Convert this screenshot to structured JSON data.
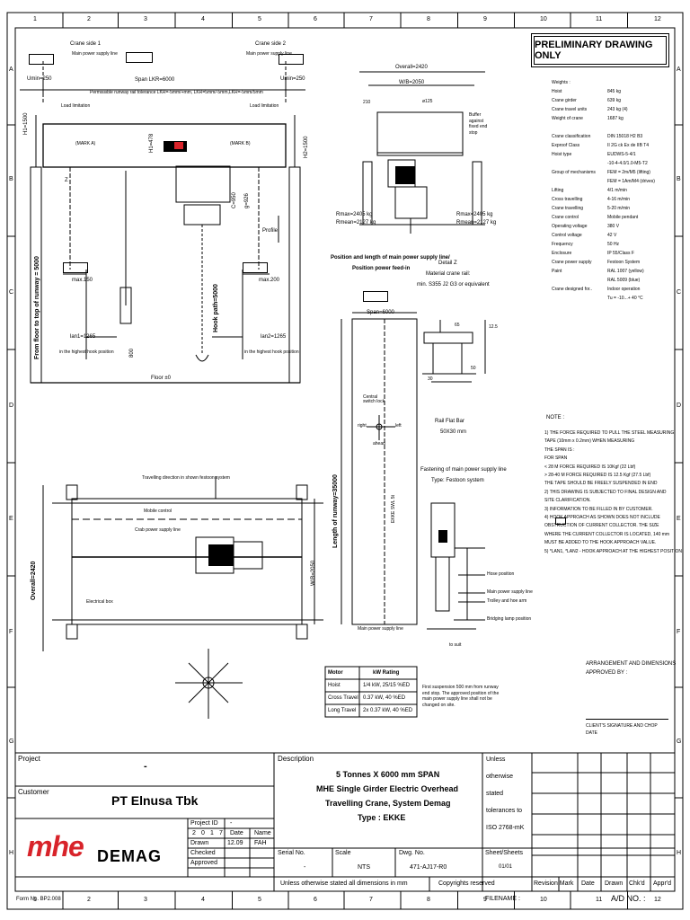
{
  "grid": {
    "cols": [
      "1",
      "2",
      "3",
      "4",
      "5",
      "6",
      "7",
      "8",
      "9",
      "10",
      "11",
      "12"
    ],
    "rows": [
      "A",
      "B",
      "C",
      "D",
      "E",
      "F",
      "G",
      "H"
    ]
  },
  "banner": "PRELIMINARY DRAWING ONLY",
  "side_view": {
    "crane_side_1": "Crane side 1",
    "crane_side_2": "Crane side 2",
    "main_power_line": "Main power supply line",
    "umin_left": "Umin=250",
    "umin_right": "Umin=250",
    "span": "Span LKR=6000",
    "tolerance": "Permissible runway rail tolerance LKR=-5mm/+mm, LKR=5mm/-5mm,LKR=-5mm/5mm",
    "load_left": "Load limitation",
    "load_right": "Load limitation",
    "h1_left": "H1=1500",
    "h1_right": "H2=1500",
    "h1_478": "H1=478",
    "c950": "C=950",
    "g926": "g=926",
    "profile": "Profile",
    "max_left": "max.150",
    "max_right": "max.200",
    "lan_left": "lan1=1265",
    "lan_right": "lan2=1265",
    "highest_left": "in the highest hook position",
    "highest_right": "in the highest hook position",
    "floor_height": "From floor to top of runway = 5000",
    "hook_path": "Hook path=5000",
    "dim_800": "800",
    "floor": "Floor ±0",
    "markA": "(MARK A)",
    "markB": "(MARK B)",
    "z": "Z"
  },
  "end_view": {
    "overall": "Overall=2420",
    "wb": "W/B=2050",
    "d125": "ø125",
    "d210": "210",
    "buffer": "Buffer against fixed end stop",
    "rmax_left": "Rmax=2405 kg",
    "rmean_left": "Rmean=2127 kg",
    "rmax_right": "Rmax=2405 kg",
    "rmean_right": "Rmean=2127 kg"
  },
  "power_section": {
    "title1": "Position and length of main power supply line/",
    "title2": "Position power feed-in",
    "span": "Span=6000",
    "central": "Central switch lock",
    "right": "right",
    "left": "left",
    "ahead": "ahead",
    "ekke": "EKKE SWL 5t",
    "length": "Length of runway=35000"
  },
  "detail": {
    "title1": "Detail Z",
    "title2": "Material crane rail:",
    "title3": "min. S355 J2 G3 or equivalent",
    "d65": "65",
    "d125": "12.5",
    "d30": "30",
    "d50": "50",
    "rail1": "Rail Flat Bar",
    "rail2": "50X30 mm"
  },
  "fastening": {
    "title1": "Fastening of main power supply line",
    "title2": "Type: Festoon system",
    "hose": "Hose position",
    "main": "Main power supply line",
    "trolley": "Trolley and hoe arm",
    "bridging": "Bridging lamp position",
    "to_suit": "to suit"
  },
  "plan_view": {
    "travel_dir": "Travelling direction in shown festoon system",
    "mobile": "Mobile control",
    "crab": "Crab power supply line",
    "overall": "Overall=2420",
    "wb": "W/B=2050",
    "elec_box": "Electrical box",
    "main_line": "Main power supply line"
  },
  "motor_table": {
    "head": [
      "Motor",
      "kW Rating"
    ],
    "rows": [
      [
        "Hoist",
        "1/4 kW, 25/15 %ED"
      ],
      [
        "Cross Travel",
        "0.37 kW, 40 %ED"
      ],
      [
        "Long Travel",
        "2x 0.37 kW, 40 %ED"
      ]
    ]
  },
  "first_suspension": "First suspension 500 mm from runway end stop. The approved position of the main power supply line shall not be changed on site.",
  "specs": [
    [
      "Weights :",
      ""
    ],
    [
      "Hoist",
      "845 kg"
    ],
    [
      "Crane girder",
      "639 kg"
    ],
    [
      "Crane travel units",
      "243 kg (4)"
    ],
    [
      "Weight of crane",
      "1687 kg"
    ],
    [
      "",
      ""
    ],
    [
      "Crane classification",
      "DIN 15018 H2 B3"
    ],
    [
      "Exproof Class",
      "II 2G ck Ex de IIB T4"
    ],
    [
      "Hoist type",
      "EUDWS-5-4/1"
    ],
    [
      "",
      "-10-4-4.0/1.0-M5-T2"
    ],
    [
      "Group of mechanisms",
      "FEM = 2m/M5 (lifting)"
    ],
    [
      "",
      "FEM = 1Am/M4 (drives)"
    ],
    [
      "Lifting",
      "4/1 m/min"
    ],
    [
      "Cross travelling",
      "4-16  m/min"
    ],
    [
      "Crane travelling",
      "5-20  m/min"
    ],
    [
      "Crane control",
      "Mobile pendant"
    ],
    [
      "Operating voltage",
      "380 V"
    ],
    [
      "Control voltage",
      "42 V"
    ],
    [
      "Frequency",
      "50 Hz"
    ],
    [
      "Enclosure",
      "IP 55/Class F"
    ],
    [
      "Crane power supply",
      "Festoon System"
    ],
    [
      "Paint",
      "RAL 1007 (yellow)"
    ],
    [
      "",
      "RAL 5009 (blue)"
    ],
    [
      "Crane designed for..",
      "Indoor operation"
    ],
    [
      "",
      "Tu = -10...+ 40 °C"
    ]
  ],
  "notes": {
    "title": "NOTE :",
    "lines": [
      "1) THE FORCE REQUIRED TO PULL THE STEEL MEASURING",
      "    TAPE (10mm x 0.2mm) WHEN MEASURING",
      "    THE SPAN IS :",
      "    FOR SPAN",
      "    < 28 M FORCE REQUIRED IS 10Kgf (22 Lbf)",
      "    > 28-40 M FORCE REQUIRED IS 12.5 Kgf (27.5 Lbf)",
      "    THE TAPE SHOULD BE FREELY SUSPENDED IN END",
      "2) THIS DRAWING IS SUBJECTED TO FINAL DESIGN AND",
      "    SITE CLARIFICATION.",
      "3)          INFORMATION TO BE FILLED IN BY CUSTOMER.",
      "4) HOOK APPROACH AS SHOWN DOES NOT INCLUDE",
      "    OBSTRUCTION OF CURRENT COLLECTOR. THE SIZE",
      "    WHERE THE CURRENT COLLECTOR IS LOCATED, 140 mm",
      "    MUST BE ADDED TO THE HOOK APPROACH VALUE.",
      "5) *LAN1, *LAN2 - HOOK APPROACH AT THE HIGHEST POSITION"
    ]
  },
  "approval": {
    "title1": "ARRANGEMENT AND DIMENSIONS",
    "title2": "APPROVED BY :",
    "sig1": "CLIENT'S SIGNATURE AND CHOP",
    "sig2": "DATE"
  },
  "title_block": {
    "project_label": "Project",
    "project_value": "-",
    "customer_label": "Customer",
    "customer_value": "PT Elnusa Tbk",
    "project_id_label": "Project ID",
    "project_id_value": "-",
    "year": [
      "2",
      "0",
      "1",
      "7"
    ],
    "date_label": "Date",
    "name_label": "Name",
    "drawn_label": "Drawn",
    "drawn_date": "12.09",
    "drawn_name": "FAH",
    "checked_label": "Checked",
    "approved_label": "Approved",
    "description_label": "Description",
    "desc1": "5 Tonnes X 6000 mm SPAN",
    "desc2": "MHE Single Girder Electric Overhead",
    "desc3": "Travelling Crane, System Demag",
    "desc4": "Type : EKKE",
    "tolerance": [
      "Unless",
      "otherwise",
      "stated",
      "tolerances to",
      "ISO 2768-mK"
    ],
    "serial_label": "Serial No.",
    "serial_value": "-",
    "scale_label": "Scale",
    "scale_value": "NTS",
    "dwg_label": "Dwg. No.",
    "dwg_value": "471-AJ17-R0",
    "sheet_label": "Sheet/Sheets",
    "sheet_value": "01/01",
    "rev_heads": [
      "Revision Mark",
      "Date",
      "Drawn",
      "Chk'd",
      "Appr'd"
    ],
    "unless": "Unless otherwise stated all dimensions in mm",
    "copyright": "Copyrights reserved",
    "filename": "FILENAME :",
    "ad_no": "A/D NO. :",
    "form_no": "Form No. BP2.008",
    "logo_mhe": "mhe",
    "logo_demag": "DEMAG"
  }
}
